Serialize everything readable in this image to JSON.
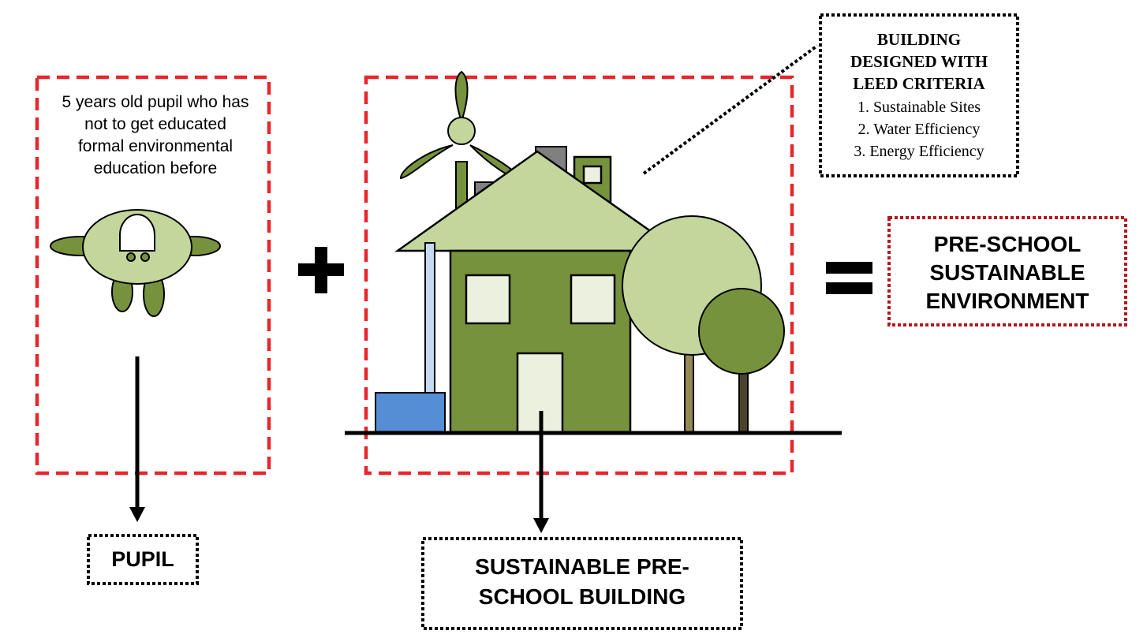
{
  "pupil_box": {
    "description_lines": [
      "5 years old pupil who has",
      "not to get educated",
      "formal environmental",
      "education before"
    ],
    "label": "PUPIL"
  },
  "building_box": {
    "label_lines": [
      "SUSTAINABLE PRE-",
      "SCHOOL BUILDING"
    ]
  },
  "leed_callout": {
    "title_lines": [
      "BUILDING",
      "DESIGNED WITH",
      "LEED CRITERIA"
    ],
    "criteria": [
      "1. Sustainable Sites",
      "2. Water Efficiency",
      "3. Energy Efficiency"
    ]
  },
  "result_box": {
    "label_lines": [
      "PRE-SCHOOL",
      "SUSTAINABLE",
      "ENVIRONMENT"
    ]
  },
  "operators": {
    "plus": "+",
    "equals": "="
  },
  "colors": {
    "dashed_red": "#e8262b",
    "dotted_darkred": "#b3161c",
    "house_green": "#77923c",
    "roof_light": "#c3d69b",
    "window_light": "#ebf1de",
    "panel_gray": "#808080",
    "water_blue": "#558ed5",
    "pipe_blue": "#c6d9f1"
  },
  "icons": [
    "pupil-figure-icon",
    "wind-turbine-icon",
    "solar-panel-icon",
    "house-icon",
    "tree-icon",
    "water-tank-icon"
  ]
}
